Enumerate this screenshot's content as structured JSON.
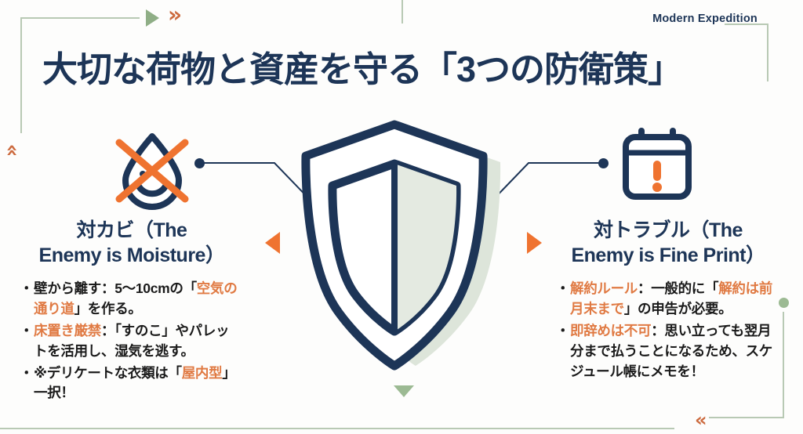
{
  "brand": {
    "label": "Modern Expedition"
  },
  "title": {
    "text": "大切な荷物と資産を守る「3つの防衛策」"
  },
  "center": {
    "icon": "shield-icon"
  },
  "left_column": {
    "icon": "no-moisture-droplet-icon",
    "heading_line1": "対カビ（The",
    "heading_line2": "Enemy is Moisture）",
    "bullets": [
      {
        "pre": "壁から離す：5〜10cmの「",
        "hl": "空気の通り道",
        "post": "」を作る。"
      },
      {
        "pre": "",
        "hl": "床置き厳禁",
        "post": "：「すのこ」やパレットを活用し、湿気を逃す。"
      },
      {
        "pre": "※デリケートな衣類は「",
        "hl": "屋内型",
        "post": "」一択！"
      }
    ]
  },
  "right_column": {
    "icon": "calendar-alert-icon",
    "heading_line1": "対トラブル（The",
    "heading_line2": "Enemy is Fine Print）",
    "bullets": [
      {
        "pre": "",
        "hl": "解約ルール",
        "post": "：一般的に「",
        "hl2": "解約は前月末まで",
        "post2": "」の申告が必要。"
      },
      {
        "pre": "",
        "hl": "即辞めは不可",
        "post": "：思い立っても翌月分まで払うことになるため、スケジュール帳にメモを！"
      }
    ]
  },
  "decorations": {
    "top_left_chevrons": "»",
    "left_edge_chevrons": "«",
    "bottom_right_chevrons": "«",
    "green": "#b8c9b4",
    "orange": "#ef7330",
    "navy": "#1d3557"
  }
}
